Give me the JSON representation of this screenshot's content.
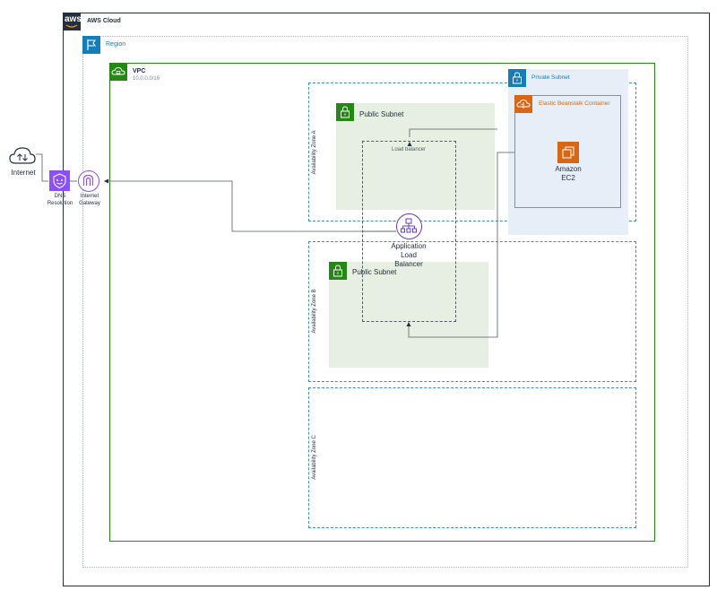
{
  "cloud": {
    "label": "AWS Cloud",
    "logo_text": "aws"
  },
  "region": {
    "label": "Region"
  },
  "vpc": {
    "label": "VPC",
    "cidr": "10.0.0.0/16"
  },
  "zones": {
    "a": "Availability Zone A",
    "b": "Availability Zone B",
    "c": "Availability Zone C"
  },
  "subnets": {
    "public_a": "Public Subnet",
    "public_b": "Public Subnet",
    "private": "Private Subnet"
  },
  "beanstalk": {
    "label": "Elastic Beanstalk Container"
  },
  "ec2": {
    "line1": "Amazon",
    "line2": "EC2"
  },
  "load_balancer_group": {
    "label": "Load balancer"
  },
  "alb": {
    "line1": "Application",
    "line2": "Load",
    "line3": "Balancer"
  },
  "internet": {
    "label": "Internet"
  },
  "dns": {
    "line1": "DNS",
    "line2": "Resolution"
  },
  "igw": {
    "line1": "Internet",
    "line2": "Gateway"
  },
  "colors": {
    "cloud_border": "#232f3e",
    "region_blue": "#147eba",
    "vpc_green": "#248814",
    "subnet_green": "#e6efe1",
    "private_blue": "#e6eff7",
    "beanstalk_orange": "#d86613",
    "route53_purple": "#8c4fff",
    "alb_purple": "#693cc5"
  }
}
